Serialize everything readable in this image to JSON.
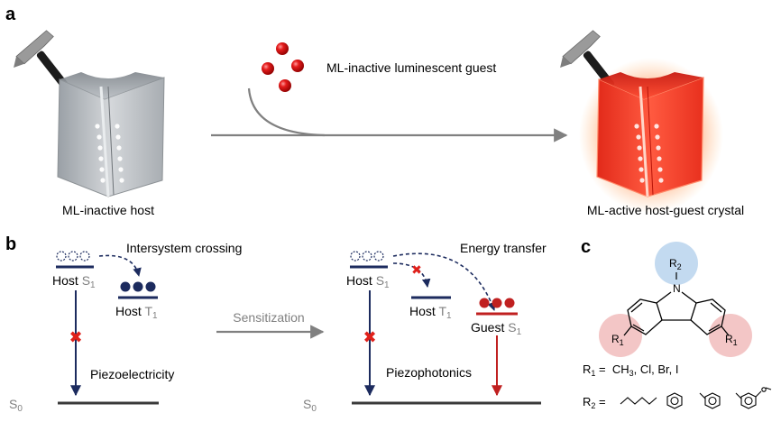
{
  "panels": {
    "a": {
      "label": "a",
      "host_caption": "ML-inactive host",
      "guest_caption": "ML-inactive luminescent guest",
      "product_caption": "ML-active host-guest crystal"
    },
    "b": {
      "label": "b",
      "left": {
        "host_s1": {
          "main": "Host ",
          "state": "S",
          "sub": "1"
        },
        "host_t1": {
          "main": "Host ",
          "state": "T",
          "sub": "1"
        },
        "isc": "Intersystem crossing",
        "process": "Piezoelectricity",
        "ground": {
          "state": "S",
          "sub": "0"
        }
      },
      "middle_label": "Sensitization",
      "right": {
        "host_s1": {
          "main": "Host ",
          "state": "S",
          "sub": "1"
        },
        "host_t1": {
          "main": "Host ",
          "state": "T",
          "sub": "1"
        },
        "guest_s1": {
          "main": "Guest ",
          "state": "S",
          "sub": "1"
        },
        "energy_transfer": "Energy transfer",
        "process": "Piezophotonics",
        "ground": {
          "state": "S",
          "sub": "0"
        }
      }
    },
    "c": {
      "label": "c",
      "r1_line": {
        "lhs": "R",
        "lhs_sub": "1",
        "eq": " =  ",
        "values": "CH",
        "values_sub": "3",
        "rest": ", Cl, Br, I"
      },
      "r2_line": {
        "lhs": "R",
        "lhs_sub": "2",
        "eq": " ="
      },
      "sites": {
        "r2": {
          "main": "R",
          "sub": "2"
        },
        "n_atom": "N",
        "r1_left": {
          "main": "R",
          "sub": "1"
        },
        "r1_right": {
          "main": "R",
          "sub": "1"
        }
      }
    }
  },
  "colors": {
    "navy": "#1c2b5e",
    "red": "#c02020",
    "gray": "#808080",
    "pink_circle": "#f2c0c0",
    "blue_circle": "#bcd6ee"
  }
}
